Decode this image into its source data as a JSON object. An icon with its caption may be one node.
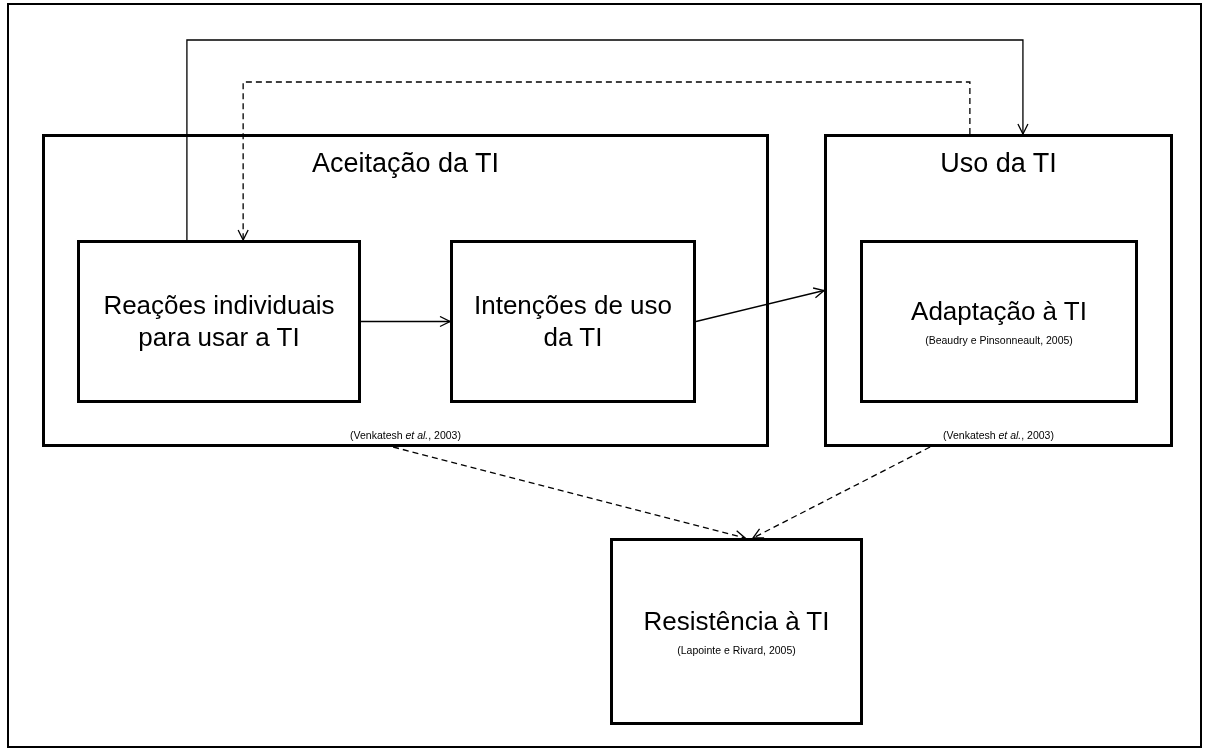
{
  "diagram": {
    "nodes": [
      {
        "text": [
          "Aceitação da TI",
          "(Venkatesh *et al.*, 2003)"
        ]
      },
      {
        "text": [
          "Reações individuais para usar a TI"
        ],
        "in": 0
      },
      {
        "text": [
          "Intenções de uso da TI"
        ],
        "in": 0
      },
      {
        "text": [
          "Uso da TI",
          "(Venkatesh *et al.*, 2003)"
        ]
      },
      {
        "text": [
          "Adaptação à TI",
          "(Beaudry e Pinsonneault, 2005)"
        ],
        "in": 3
      },
      {
        "text": [
          "Resistência à TI",
          "(Lapointe e Rivard, 2005)"
        ]
      }
    ],
    "edges": [
      {
        "from": 1,
        "to": 2,
        "arrow": "to"
      },
      {
        "from": 2,
        "to": 3,
        "arrow": "to"
      },
      {
        "from": 1,
        "to": 3,
        "arrow": "to"
      },
      {
        "from": 3,
        "to": 1,
        "arrow": "to",
        "style": "dashed"
      },
      {
        "from": 0,
        "to": 5,
        "arrow": "to",
        "style": "dashed"
      },
      {
        "from": 3,
        "to": 5,
        "arrow": "to",
        "style": "dashed"
      }
    ]
  }
}
